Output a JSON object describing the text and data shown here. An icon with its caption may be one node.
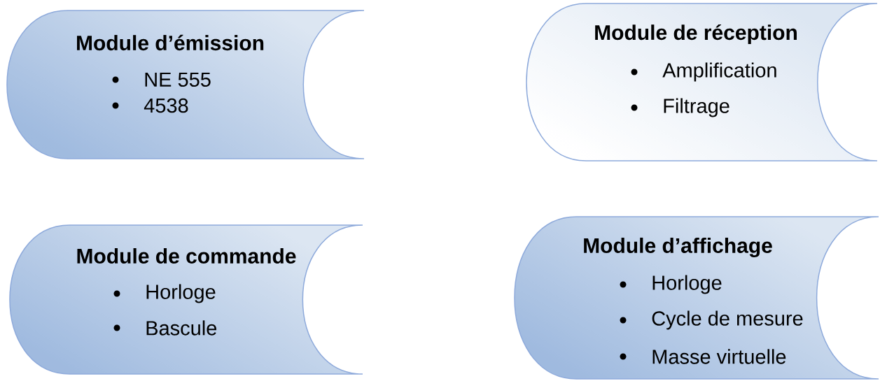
{
  "diagram": {
    "nodes": [
      {
        "text": [
          "Module d’émission",
          "NE 555",
          "4538"
        ]
      },
      {
        "text": [
          "Module de réception",
          "Amplification",
          "Filtrage"
        ]
      },
      {
        "text": [
          "Module de commande",
          "Horloge",
          "Bascule"
        ]
      },
      {
        "text": [
          "Module d’affichage",
          "Horloge",
          "Cycle de mesure",
          "Masse virtuelle"
        ]
      }
    ]
  }
}
